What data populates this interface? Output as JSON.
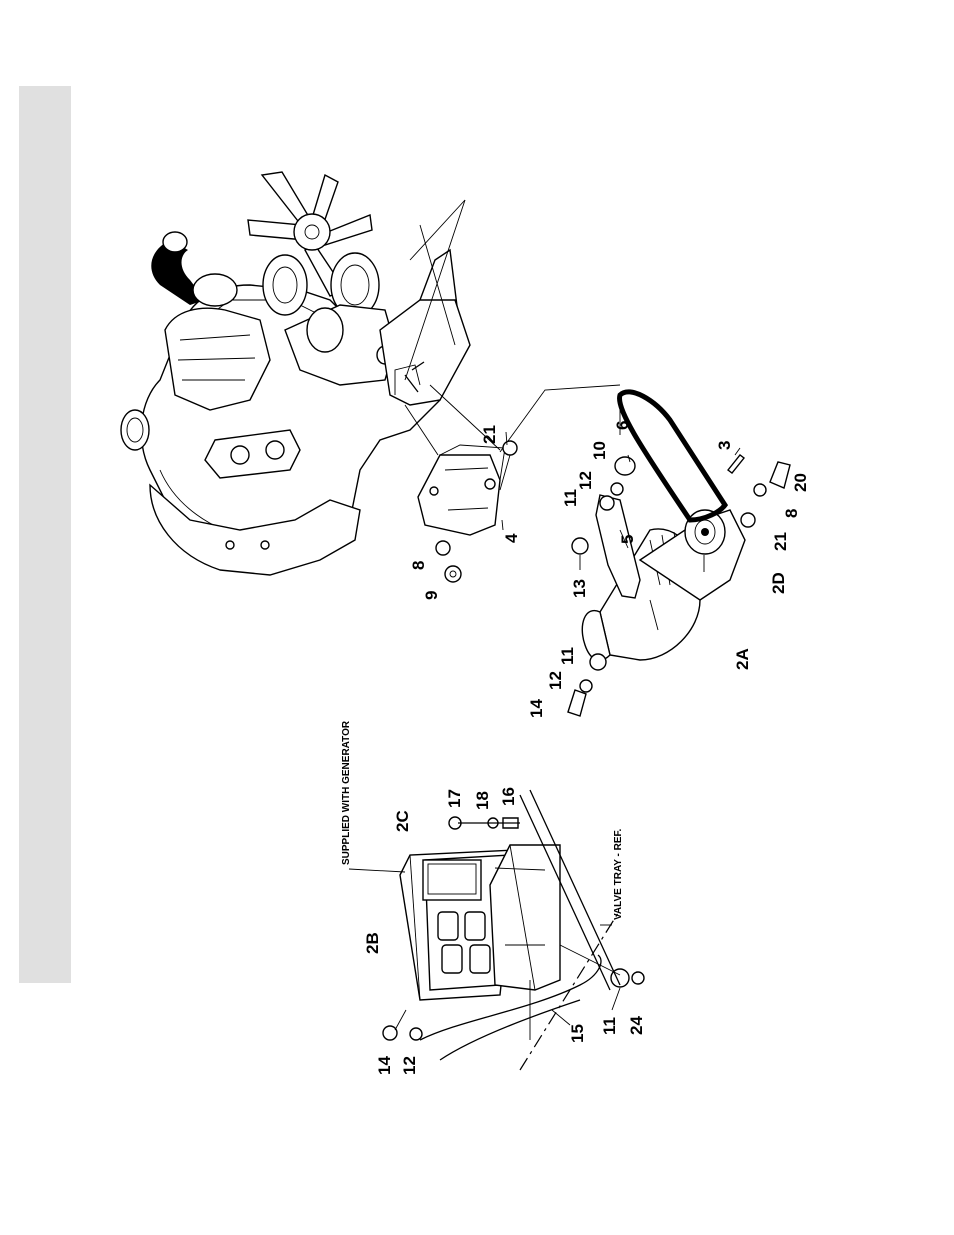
{
  "callouts": {
    "c21a": "21",
    "c6": "6",
    "c10": "10",
    "c3": "3",
    "c12a": "12",
    "c11a": "11",
    "c5": "5",
    "c4": "4",
    "c8a": "8",
    "c9": "9",
    "c13": "13",
    "c2d": "2D",
    "c21b": "21",
    "c8b": "8",
    "c20": "20",
    "c2a": "2A",
    "c11b": "11",
    "c12b": "12",
    "c14a": "14",
    "c17": "17",
    "c18": "18",
    "c16": "16",
    "c2c": "2C",
    "c2b": "2B",
    "c14b": "14",
    "c12c": "12",
    "c15": "15",
    "c11c": "11",
    "c24": "24"
  },
  "notes": {
    "supplied": "SUPPLIED WITH GENERATOR",
    "valve_tray": "VALVE TRAY - REF."
  }
}
